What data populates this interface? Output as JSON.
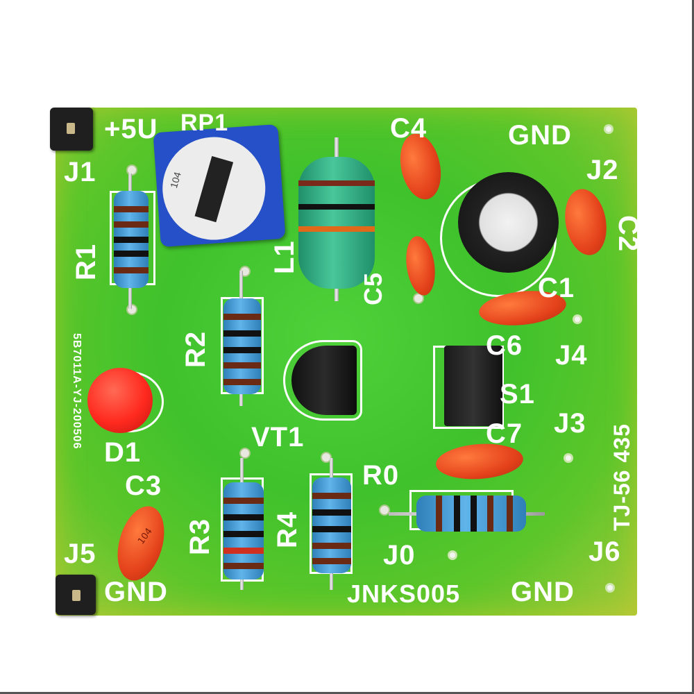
{
  "board": {
    "name": "JNKS005",
    "side_code": "TJ-56 435",
    "date_code": "5B7011A-YJ-200506",
    "colors": {
      "pcb_green": "#3fc22c",
      "silkscreen": "#ffffff",
      "resistor_body": "#4ea6dd",
      "capacitor": "#e4421b",
      "led": "#ff2a1f"
    }
  },
  "labels": {
    "vcc": "+5U",
    "rp1": "RP1",
    "j1": "J1",
    "r1": "R1",
    "c4": "C4",
    "gnd_top": "GND",
    "j2": "J2",
    "c2": "C2",
    "l1": "L1",
    "c5": "C5",
    "c1": "C1",
    "r2": "R2",
    "c6": "C6",
    "j4": "J4",
    "s1": "S1",
    "c7": "C7",
    "j3": "J3",
    "vt1": "VT1",
    "d1": "D1",
    "c3": "C3",
    "r0": "R0",
    "r3": "R3",
    "r4": "R4",
    "j5": "J5",
    "j0": "J0",
    "j6": "J6",
    "gnd_bottom_left": "GND",
    "gnd_bottom_right": "GND"
  },
  "component_markings": {
    "trimmer": "104",
    "c3_marking": "104"
  }
}
